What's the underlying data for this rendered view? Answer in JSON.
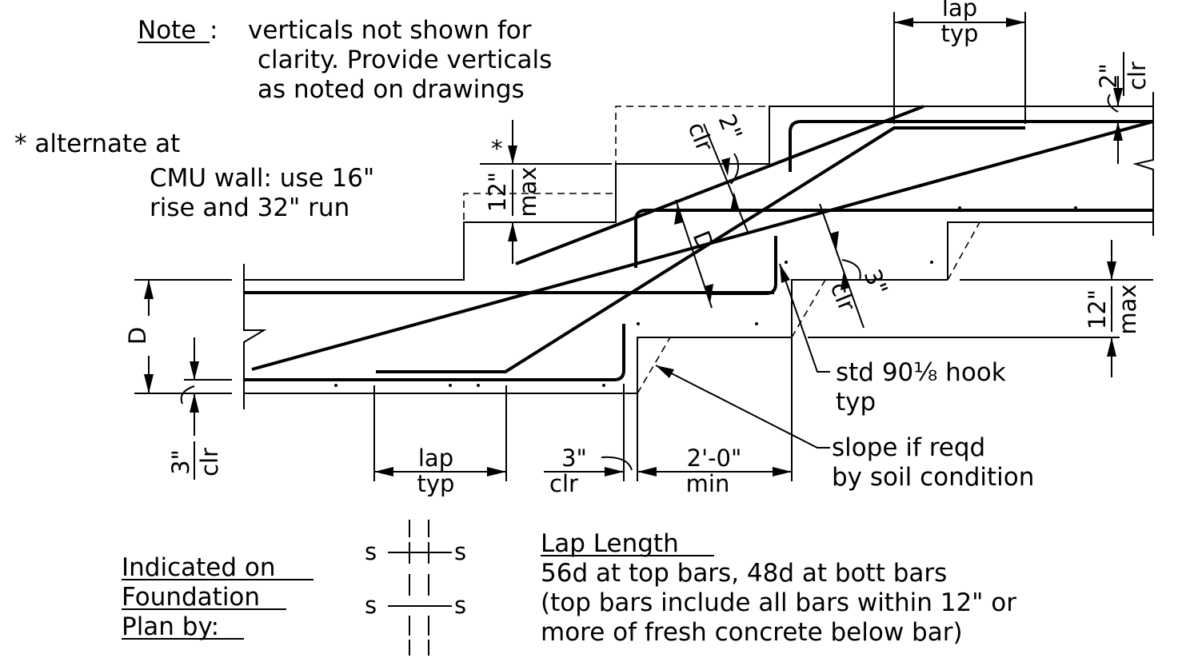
{
  "note": {
    "heading": "Note",
    "colon": ":",
    "line1": "verticals not shown for",
    "line2": "clarity.  Provide verticals",
    "line3": "as noted on drawings"
  },
  "alternate": {
    "line1": "* alternate at",
    "line2": "CMU wall: use 16\"",
    "line3": "rise and 32\" run"
  },
  "labels": {
    "lap": "lap",
    "typ": "typ",
    "clr": "clr",
    "two_in": "2\"",
    "three_in": "3\"",
    "twelve_in": "12\"",
    "max": "max",
    "d": "D",
    "star": "*",
    "two_ft": "2'-0\"",
    "min": "min",
    "hook_line1": "std 90⅛ hook",
    "hook_line2": "typ",
    "slope_line1": "slope if reqd",
    "slope_line2": "by soil condition",
    "symbol_s": "s"
  },
  "legend": {
    "line1": "Indicated on",
    "line2": "Foundation",
    "line3": "Plan by:"
  },
  "lap_length": {
    "title": "Lap Length",
    "line1": "56d at top bars, 48d at bott bars",
    "line2": "(top bars include all bars within 12\" or",
    "line3": "more of fresh concrete below bar)"
  }
}
